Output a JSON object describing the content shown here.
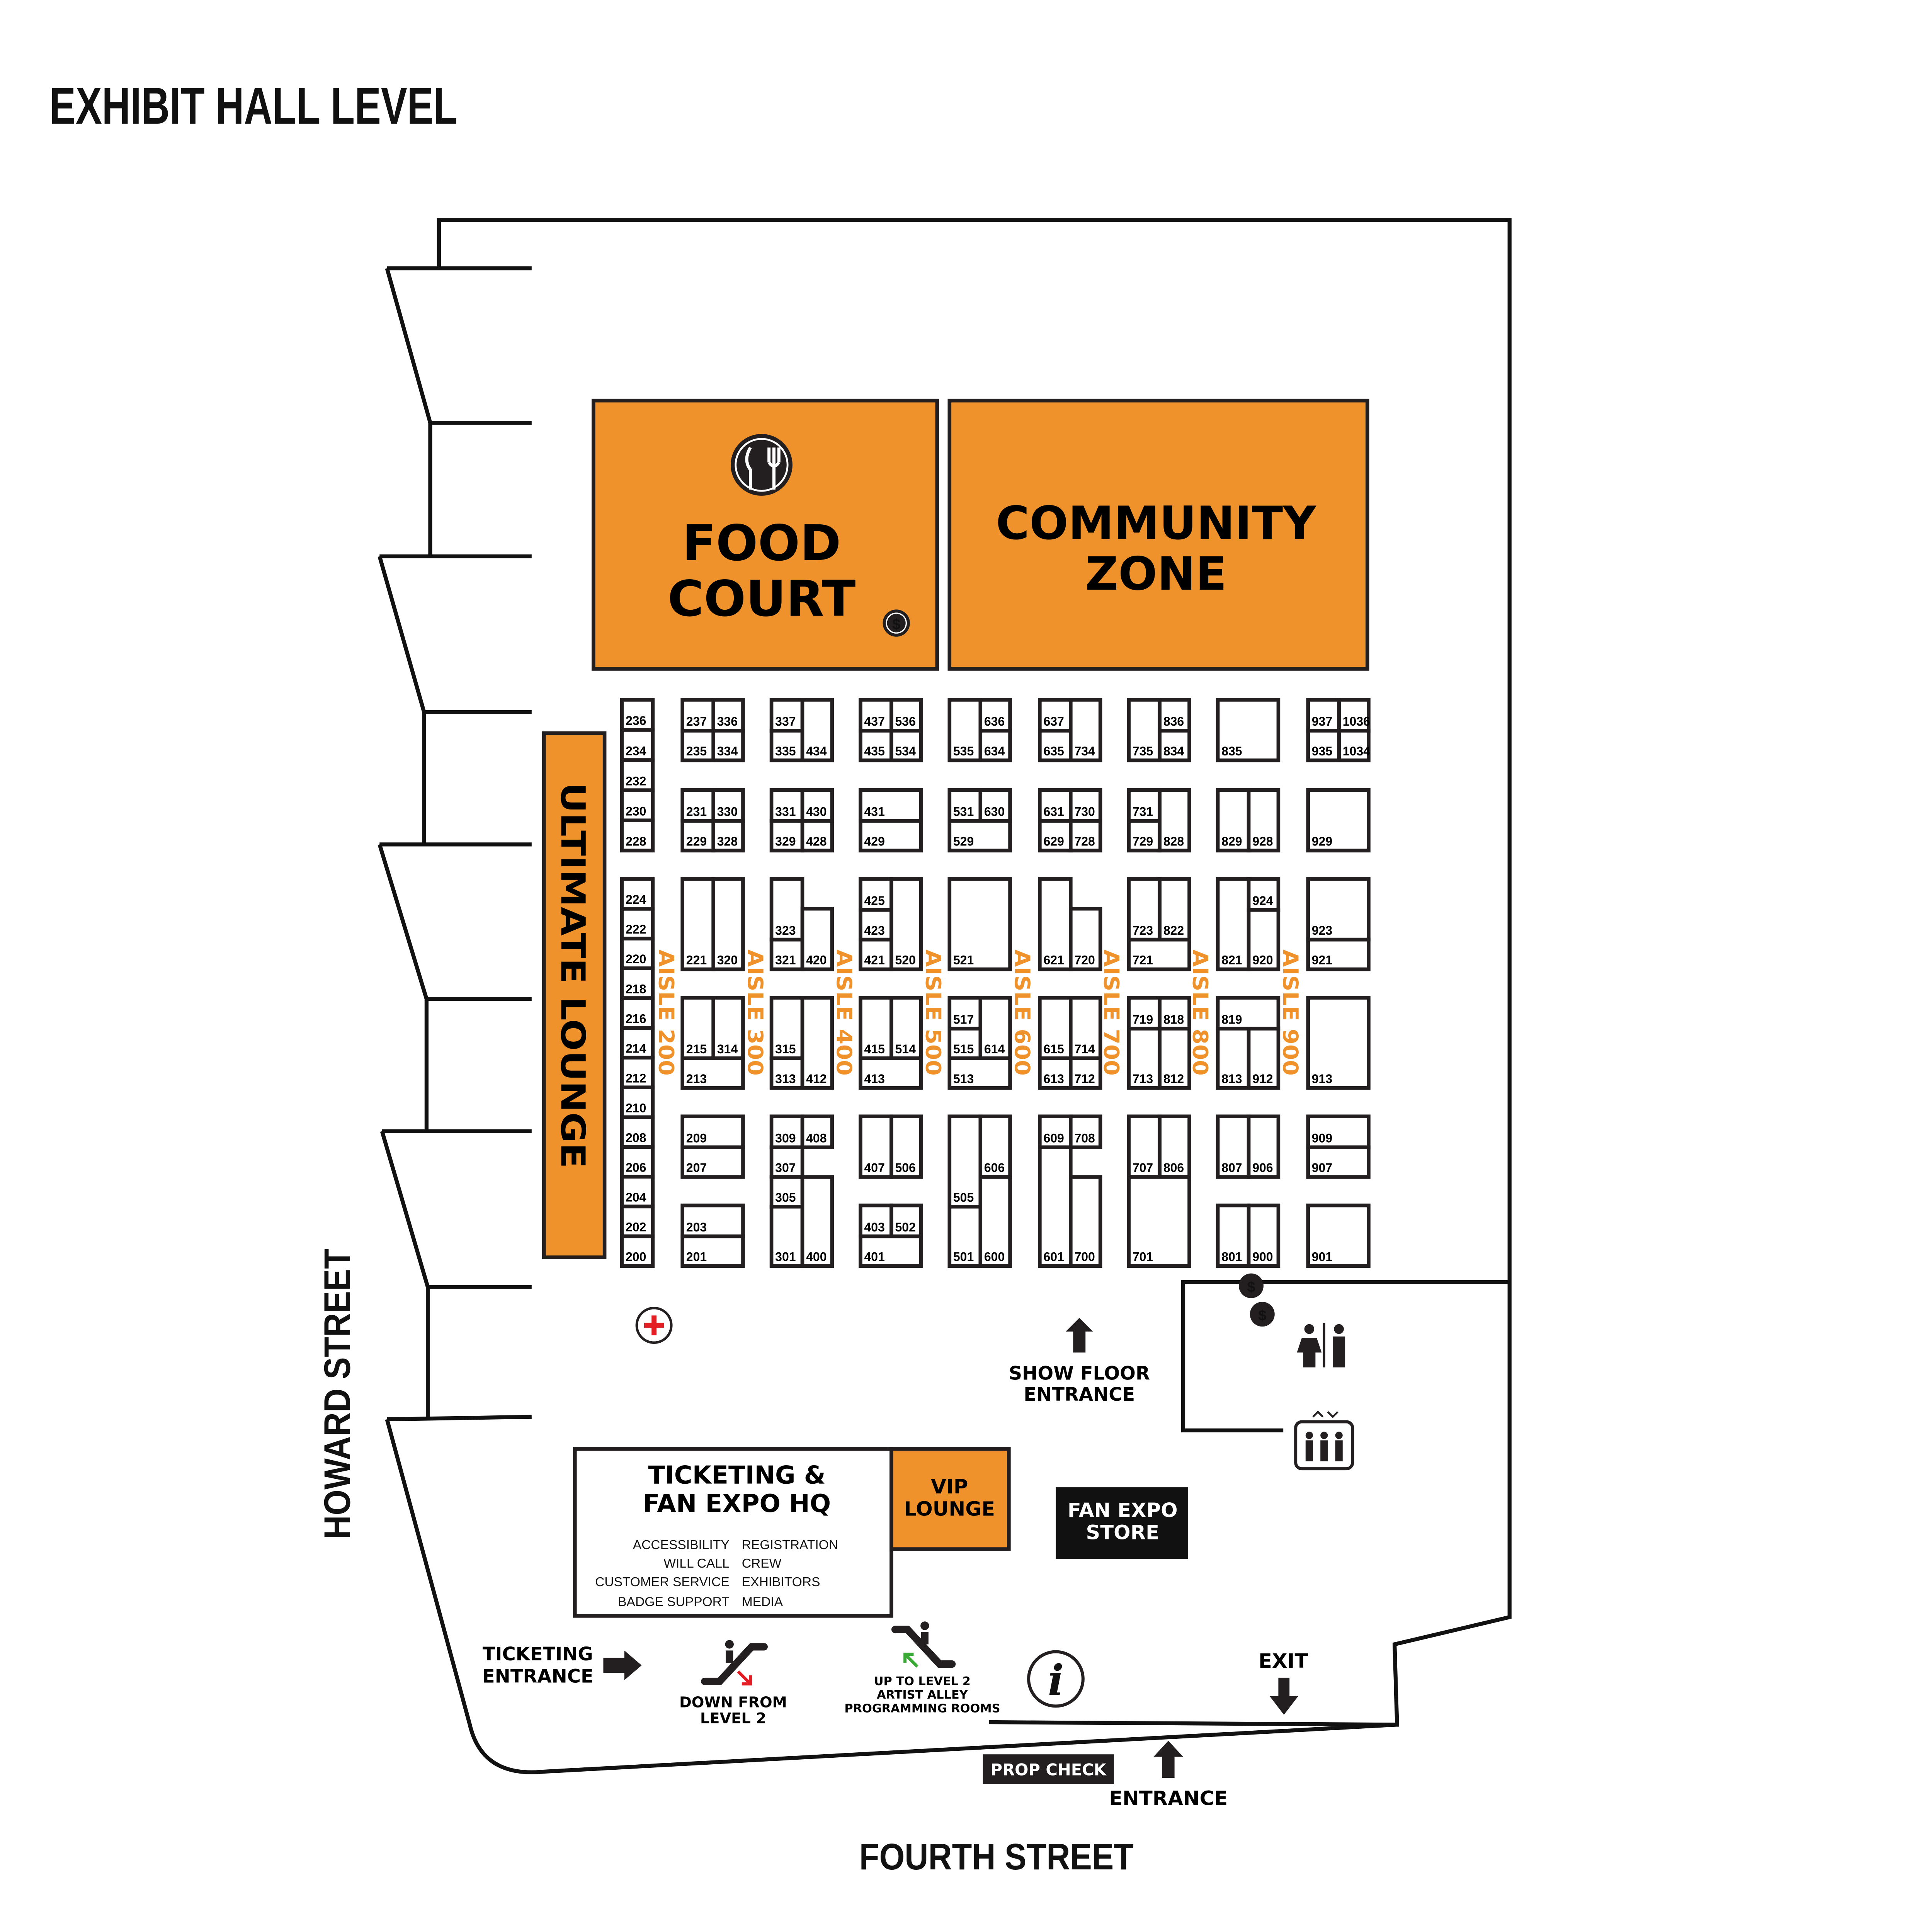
{
  "title": "EXHIBIT HALL LEVEL",
  "streets": {
    "left": "HOWARD STREET",
    "bottom": "FOURTH STREET"
  },
  "zones": {
    "food_court": [
      "FOOD",
      "COURT"
    ],
    "community_zone": [
      "COMMUNITY",
      "ZONE"
    ],
    "ultimate_lounge": "ULTIMATE LOUNGE",
    "vip_lounge": [
      "VIP",
      "LOUNGE"
    ],
    "fan_expo_store": [
      "FAN EXPO",
      "STORE"
    ],
    "ticketing_hq": {
      "title": [
        "TICKETING &",
        "FAN EXPO HQ"
      ],
      "left_services": [
        "ACCESSIBILITY",
        "WILL CALL",
        "CUSTOMER SERVICE",
        "BADGE SUPPORT"
      ],
      "right_services": [
        "REGISTRATION",
        "CREW",
        "EXHIBITORS",
        "MEDIA"
      ]
    }
  },
  "aisles": [
    "AISLE 200",
    "AISLE 300",
    "AISLE 400",
    "AISLE 500",
    "AISLE 600",
    "AISLE 700",
    "AISLE 800",
    "AISLE 900"
  ],
  "labels": {
    "show_floor_entrance": [
      "SHOW FLOOR",
      "ENTRANCE"
    ],
    "ticketing_entrance": [
      "TICKETING",
      "ENTRANCE"
    ],
    "down_from": [
      "DOWN FROM",
      "LEVEL 2"
    ],
    "up_to": [
      "UP TO LEVEL 2",
      "ARTIST ALLEY",
      "PROGRAMMING ROOMS"
    ],
    "exit": "EXIT",
    "prop_check": "PROP CHECK",
    "entrance": "ENTRANCE",
    "atm_symbol": "$",
    "info_symbol": "i"
  },
  "colors": {
    "accent": "#f0922b",
    "line": "#231f20",
    "first_aid": "#e31e24",
    "green_arrow": "#3aaa35"
  },
  "booths": {
    "200": "200",
    "201": "201",
    "202": "202",
    "203": "203",
    "204": "204",
    "206": "206",
    "207": "207",
    "208": "208",
    "209": "209",
    "210": "210",
    "212": "212",
    "213": "213",
    "214": "214",
    "215": "215",
    "216": "216",
    "218": "218",
    "220": "220",
    "221": "221",
    "222": "222",
    "224": "224",
    "228": "228",
    "229": "229",
    "230": "230",
    "231": "231",
    "232": "232",
    "234": "234",
    "235": "235",
    "236": "236",
    "237": "237",
    "301": "301",
    "305": "305",
    "307": "307",
    "309": "309",
    "313": "313",
    "314": "314",
    "315": "315",
    "320": "320",
    "321": "321",
    "323": "323",
    "328": "328",
    "329": "329",
    "330": "330",
    "331": "331",
    "334": "334",
    "335": "335",
    "336": "336",
    "337": "337",
    "400": "400",
    "401": "401",
    "403": "403",
    "407": "407",
    "408": "408",
    "412": "412",
    "413": "413",
    "415": "415",
    "420": "420",
    "421": "421",
    "423": "423",
    "425": "425",
    "428": "428",
    "429": "429",
    "430": "430",
    "431": "431",
    "434": "434",
    "435": "435",
    "437": "437",
    "501": "501",
    "502": "502",
    "505": "505",
    "506": "506",
    "513": "513",
    "514": "514",
    "515": "515",
    "517": "517",
    "520": "520",
    "521": "521",
    "529": "529",
    "531": "531",
    "534": "534",
    "535": "535",
    "536": "536",
    "600": "600",
    "601": "601",
    "606": "606",
    "609": "609",
    "613": "613",
    "614": "614",
    "615": "615",
    "621": "621",
    "629": "629",
    "630": "630",
    "631": "631",
    "634": "634",
    "635": "635",
    "636": "636",
    "637": "637",
    "700": "700",
    "701": "701",
    "707": "707",
    "708": "708",
    "712": "712",
    "713": "713",
    "714": "714",
    "719": "719",
    "720": "720",
    "721": "721",
    "723": "723",
    "728": "728",
    "729": "729",
    "730": "730",
    "731": "731",
    "734": "734",
    "735": "735",
    "801": "801",
    "806": "806",
    "807": "807",
    "812": "812",
    "813": "813",
    "818": "818",
    "819": "819",
    "821": "821",
    "822": "822",
    "828": "828",
    "829": "829",
    "834": "834",
    "835": "835",
    "836": "836",
    "900": "900",
    "901": "901",
    "906": "906",
    "907": "907",
    "909": "909",
    "912": "912",
    "913": "913",
    "920": "920",
    "921": "921",
    "923": "923",
    "924": "924",
    "928": "928",
    "929": "929",
    "935": "935",
    "937": "937",
    "1034": "1034",
    "1036": "1036"
  }
}
